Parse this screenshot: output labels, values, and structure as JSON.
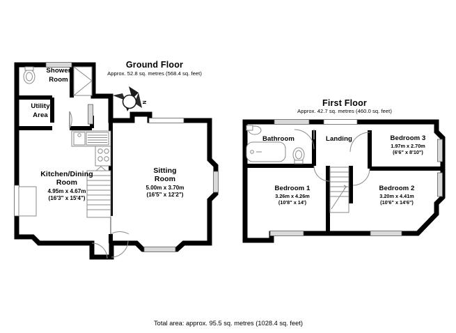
{
  "document": {
    "type": "floor-plan",
    "background_color": "#ffffff",
    "wall_color": "#000000",
    "fixture_line_color": "#8a8a8a",
    "window_fill_color": "#d9d9d9"
  },
  "ground_floor": {
    "title": "Ground Floor",
    "subtitle": "Approx. 52.8 sq. metres (568.4 sq. feet)",
    "rooms": [
      {
        "name_line1": "Shower",
        "name_line2": "Room",
        "dim_metric": "",
        "dim_imperial": ""
      },
      {
        "name_line1": "Utility",
        "name_line2": "Area",
        "dim_metric": "",
        "dim_imperial": ""
      },
      {
        "name_line1": "Kitchen/Dining",
        "name_line2": "Room",
        "dim_metric": "4.95m x 4.67m",
        "dim_imperial": "(16'3\" x 15'4\")"
      },
      {
        "name_line1": "Sitting",
        "name_line2": "Room",
        "dim_metric": "5.00m x 3.70m",
        "dim_imperial": "(16'5\" x 12'2\")"
      }
    ],
    "compass": {
      "label": "N",
      "icon": "compass-rose-icon"
    }
  },
  "first_floor": {
    "title": "First Floor",
    "subtitle": "Approx. 42.7 sq. metres (460.0 sq. feet)",
    "rooms": [
      {
        "name_line1": "Bathroom",
        "name_line2": "",
        "dim_metric": "",
        "dim_imperial": ""
      },
      {
        "name_line1": "Landing",
        "name_line2": "",
        "dim_metric": "",
        "dim_imperial": ""
      },
      {
        "name_line1": "Bedroom 3",
        "name_line2": "",
        "dim_metric": "1.97m x 2.70m",
        "dim_imperial": "(6'6\" x 8'10\")"
      },
      {
        "name_line1": "Bedroom 1",
        "name_line2": "",
        "dim_metric": "3.26m x 4.26m",
        "dim_imperial": "(10'8\" x 14')"
      },
      {
        "name_line1": "Bedroom 2",
        "name_line2": "",
        "dim_metric": "3.20m x 4.41m",
        "dim_imperial": "(10'6\" x 14'6\")"
      }
    ]
  },
  "footer": {
    "total_area": "Total area: approx. 95.5 sq. metres (1028.4 sq. feet)"
  }
}
